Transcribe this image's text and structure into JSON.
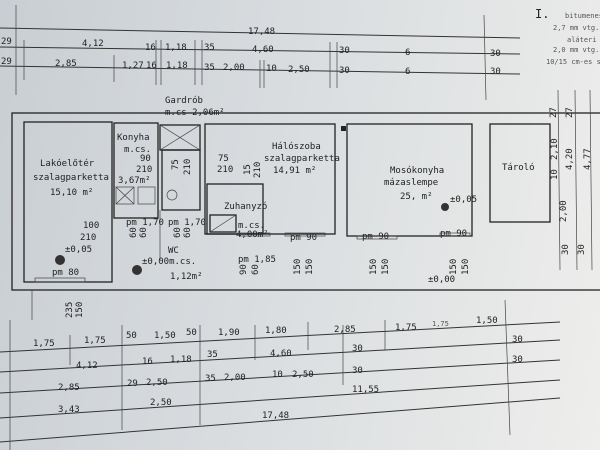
{
  "plan": {
    "top_dims": {
      "total": "17,48",
      "row1": [
        "29",
        "4,12",
        "16",
        "1,18",
        "35",
        "4,60",
        "30",
        "6",
        "30"
      ],
      "row2": [
        "29",
        "2,85",
        "1,27",
        "16",
        "1,18",
        "35",
        "2,00",
        "10",
        "2,50",
        "30",
        "6",
        "30"
      ]
    },
    "notes": [
      "I.",
      "bitumenes",
      "2,7 mm vtg.",
      "aláteri",
      "2,0 mm vtg.",
      "10/15 cm-es s"
    ],
    "rooms": {
      "gardrob": {
        "name": "Gardrób",
        "area": "m.cs 2,06m²"
      },
      "konyha": {
        "name": "Konyha",
        "floor": "m.cs.",
        "door_w": "90",
        "door_h": "210",
        "area": "3,67m²"
      },
      "lakoeloter": {
        "name": "Lakóelőtér",
        "floor": "szalagparketta",
        "area": "15,10 m²"
      },
      "haloszoba": {
        "name": "Hálószoba",
        "floor": "szalagparketta",
        "area": "14,91 m²"
      },
      "mosokonyha": {
        "name": "Mosókonyha",
        "floor": "mázaslempe",
        "area": "25, m²",
        "level": "±0,05"
      },
      "tarolo": {
        "name": "Tároló"
      },
      "zuhanyzo": {
        "name": "Zuhanyzó",
        "floor": "m.cs.",
        "area": "4,00m²"
      },
      "wc": {
        "name": "WC",
        "level": "±0,00m.cs.",
        "area": "1,12m²"
      }
    },
    "openings": [
      "75",
      "210",
      "75",
      "210",
      "15",
      "210",
      "100",
      "210",
      "±0,05",
      "pm 80",
      "pm 1,70",
      "pm 1,70",
      "60",
      "60",
      "60",
      "60",
      "pm 90",
      "pm 90",
      "pm 90",
      "pm 1,85",
      "90",
      "60",
      "150",
      "150",
      "150",
      "150",
      "150",
      "150",
      "±0,00",
      "235",
      "150"
    ],
    "right_dims": [
      "27",
      "27",
      "2,10",
      "10",
      "4,20",
      "4,77",
      "2,00",
      "30",
      "30"
    ],
    "bottom_dims": {
      "row1": [
        "1,75",
        "1,75",
        "50",
        "1,50",
        "50",
        "1,90",
        "1,80",
        "2,85",
        "1,75",
        "1,75",
        "1,50"
      ],
      "row2": [
        "4,12",
        "16",
        "1,18",
        "35",
        "4,60",
        "30",
        "30"
      ],
      "row3": [
        "2,85",
        "29",
        "2,50",
        "35",
        "2,00",
        "10",
        "2,50",
        "30",
        "11,55",
        "30"
      ],
      "row4": [
        "3,43",
        "2,50"
      ],
      "total": "17,48"
    }
  }
}
